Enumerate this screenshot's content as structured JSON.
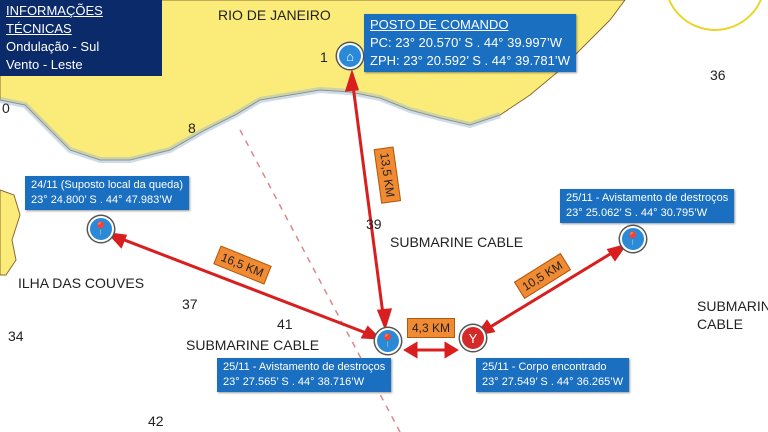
{
  "technical_info": {
    "title": "INFORMAÇÕES TÉCNICAS",
    "lines": [
      "Ondulação - Sul",
      "Vento - Leste"
    ]
  },
  "command_post": {
    "title": "POSTO DE COMANDO",
    "pc": "PC: 23° 20.570’ S . 44° 39.997’W",
    "zph": "ZPH: 23° 20.592’ S . 44° 39.781’W",
    "icon": "command-post-icon"
  },
  "markers": [
    {
      "line1": "24/11 (Suposto local da queda)",
      "line2": "23° 24.800’ S . 44° 47.983’W",
      "icon": "pin-icon"
    },
    {
      "line1": "25/11 - Avistamento de destroços",
      "line2": "23° 25.062’ S . 44° 30.795’W",
      "icon": "pin-icon"
    },
    {
      "line1": "25/11 - Avistamento de destroços",
      "line2": "23° 27.565’ S . 44° 38.716’W",
      "icon": "pin-icon"
    },
    {
      "line1": "25/11 - Corpo encontrado",
      "line2": "23° 27.549’ S . 44° 36.265’W",
      "icon": "person-found-icon"
    }
  ],
  "distances": [
    "13,5 KM",
    "16,5 KM",
    "10,5 KM",
    "4,3 KM"
  ],
  "map_labels": {
    "rio": "RIO DE JANEIRO",
    "ilha": "ILHA DAS COUVES",
    "cable1": "SUBMARINE CABLE",
    "cable2": "SUBMARINE CABLE",
    "cable3a": "SUBMARINE",
    "cable3b": "CABLE",
    "d36": "36",
    "d39": "39",
    "d37": "37",
    "d41": "41",
    "d34": "34",
    "d42": "42",
    "d8": "8",
    "d1": "1",
    "d0": "0"
  },
  "colors": {
    "land": "#fbec7a",
    "sea": "#ffffff",
    "box": "#1a6fc0",
    "navy": "#0b2a6a",
    "arrow": "#d81e1e",
    "distance": "#f08a33"
  }
}
